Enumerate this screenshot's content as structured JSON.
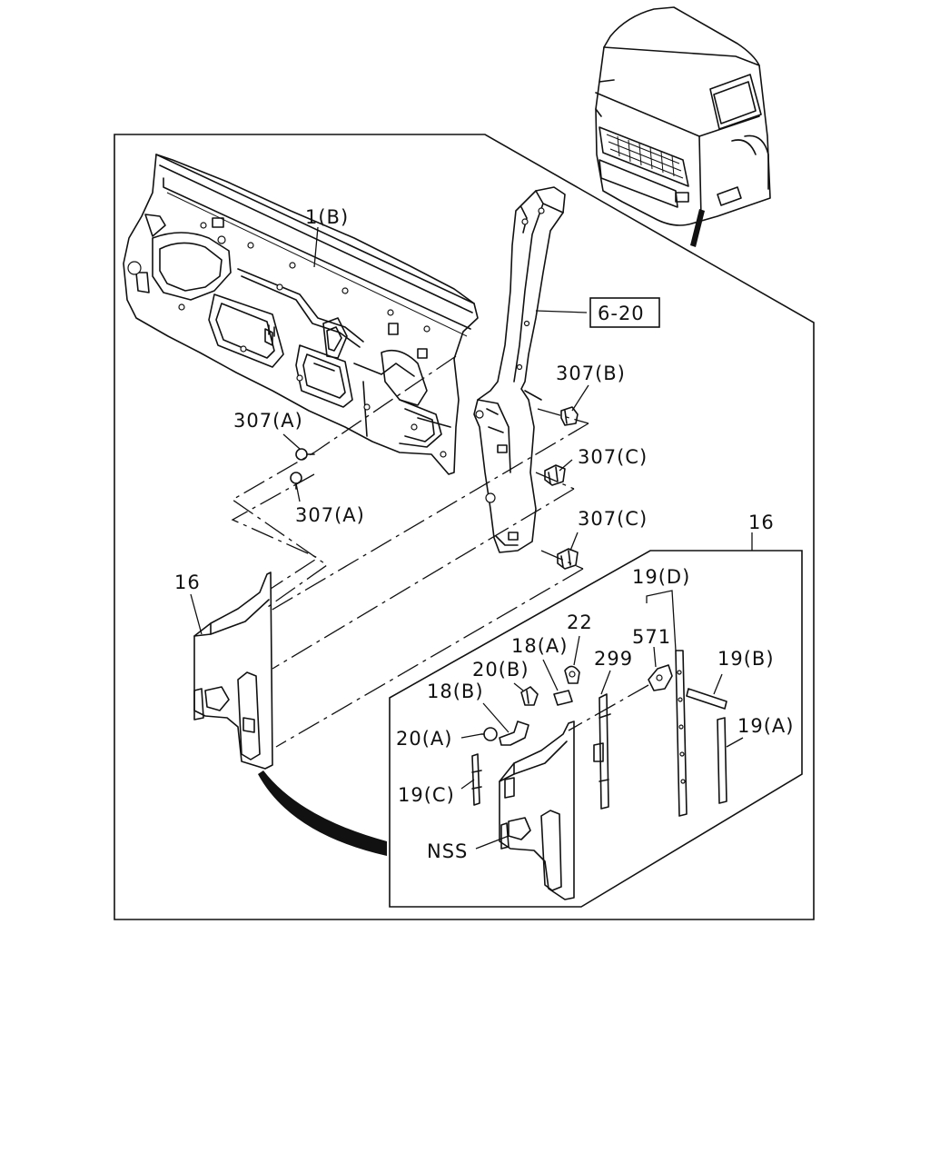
{
  "diagram": {
    "labels": {
      "panel_1b": "1(B)",
      "ref_6_20": "6-20",
      "clip_307b": "307(B)",
      "clip_307a_top": "307(A)",
      "clip_307a_bottom": "307(A)",
      "clip_307c_top": "307(C)",
      "clip_307c_bottom": "307(C)",
      "cover_16_left": "16",
      "cover_16_right": "16",
      "part_19d": "19(D)",
      "part_22": "22",
      "part_571": "571",
      "part_18a": "18(A)",
      "part_299": "299",
      "part_20b": "20(B)",
      "part_18b": "18(B)",
      "part_19b": "19(B)",
      "part_20a": "20(A)",
      "part_19a": "19(A)",
      "part_19c": "19(C)",
      "nss": "NSS"
    }
  }
}
